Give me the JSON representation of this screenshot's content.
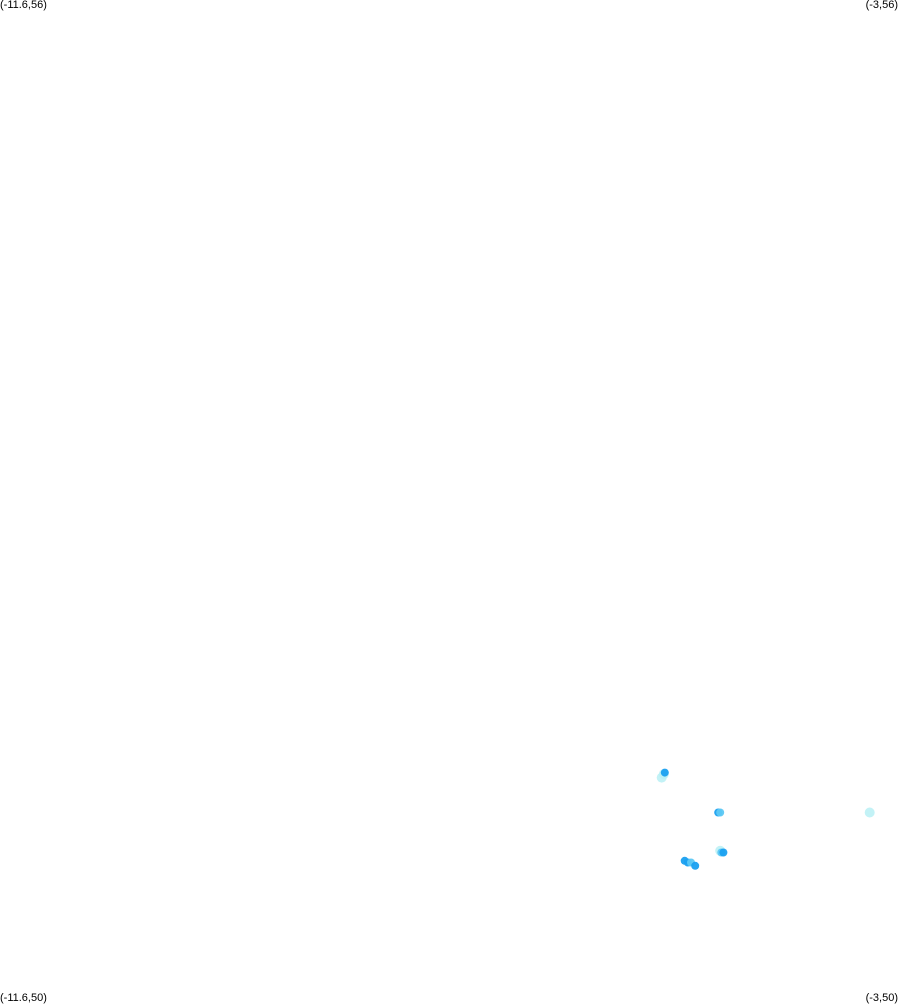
{
  "corners": {
    "top_left": "(-11.6,56)",
    "top_right": "(-3,56)",
    "bottom_left": "(-11.6,50)",
    "bottom_right": "(-3,50)"
  },
  "extent": {
    "lon_min": -11.6,
    "lon_max": -3,
    "lat_min": 50,
    "lat_max": 56
  },
  "colors": {
    "background": "#ffffff",
    "light": "#b8f0f4",
    "medium": "#5cc8f4",
    "dark": "#1aa0f0"
  },
  "markers": [
    {
      "lon": -5.27,
      "lat": 51.33,
      "level": "light"
    },
    {
      "lon": -5.25,
      "lat": 51.35,
      "level": "light"
    },
    {
      "lon": -5.24,
      "lat": 51.36,
      "level": "dark"
    },
    {
      "lon": -4.73,
      "lat": 51.12,
      "level": "dark"
    },
    {
      "lon": -4.71,
      "lat": 51.12,
      "level": "medium"
    },
    {
      "lon": -4.71,
      "lat": 50.89,
      "level": "light"
    },
    {
      "lon": -4.7,
      "lat": 50.88,
      "level": "medium"
    },
    {
      "lon": -4.68,
      "lat": 50.88,
      "level": "dark"
    },
    {
      "lon": -5.05,
      "lat": 50.83,
      "level": "dark"
    },
    {
      "lon": -5.02,
      "lat": 50.82,
      "level": "dark"
    },
    {
      "lon": -4.99,
      "lat": 50.82,
      "level": "medium"
    },
    {
      "lon": -4.95,
      "lat": 50.8,
      "level": "dark"
    },
    {
      "lon": -3.28,
      "lat": 51.12,
      "level": "light"
    }
  ]
}
